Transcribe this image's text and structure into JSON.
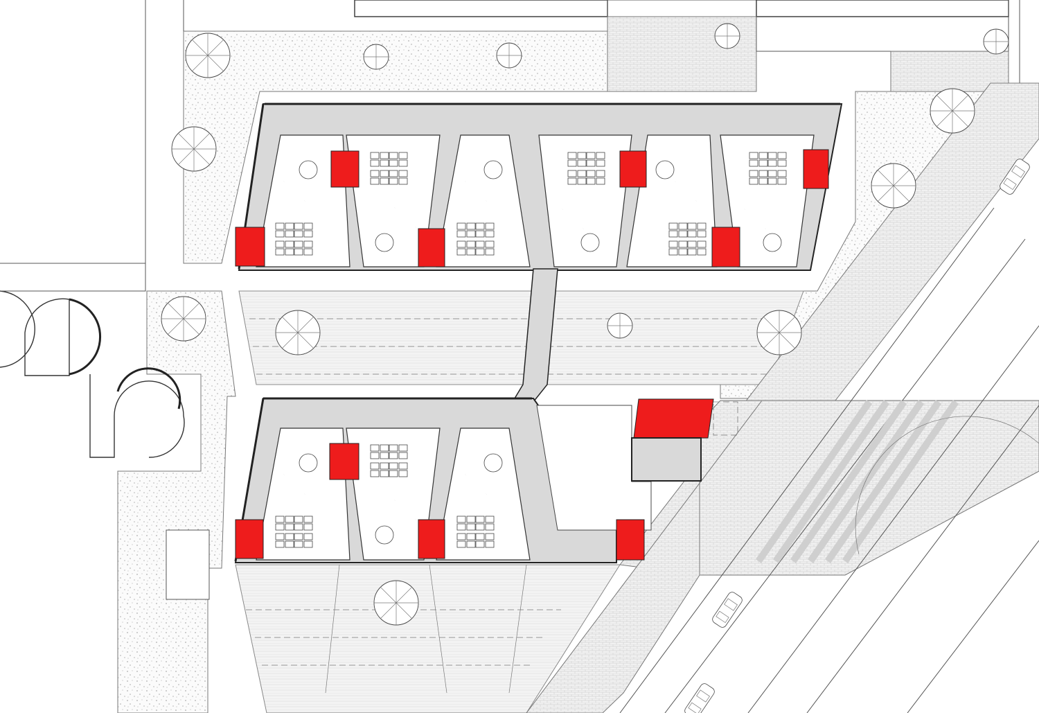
{
  "colors": {
    "background": "#ffffff",
    "corridor": "#d9d9d9",
    "toilet_block": "#ee1c1c",
    "landscape_speckle": "#c9c9c9",
    "paving": "#efefef",
    "wall": "#222222"
  },
  "legend": {
    "red_zones": "toilet-blocks",
    "grey_zones": "circulation-corridors",
    "speckled_zones": "planted-landscape"
  },
  "classrooms": {
    "upper_wing_count": 6,
    "lower_wing_count": 3
  },
  "icons": [
    "tree-symbol",
    "car-symbol",
    "door-swing",
    "table-group",
    "crosswalk-stripes"
  ]
}
